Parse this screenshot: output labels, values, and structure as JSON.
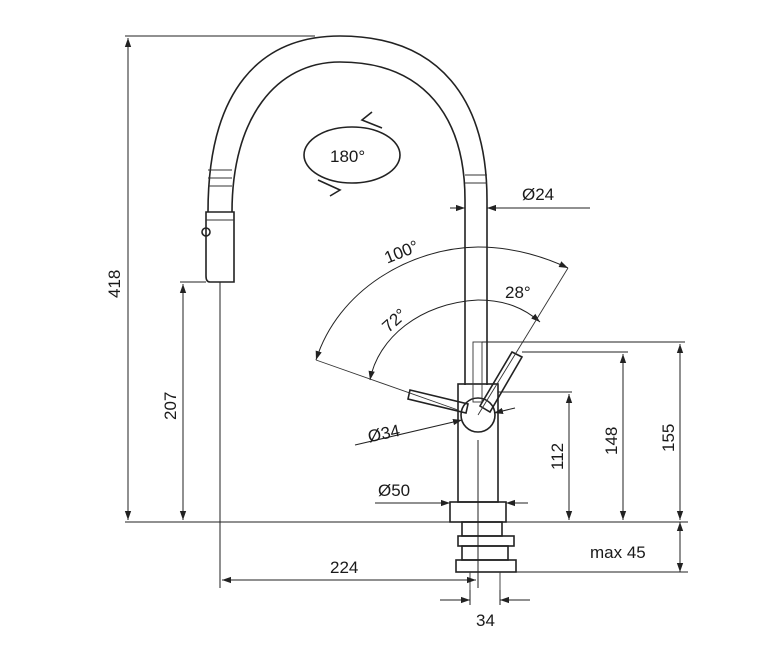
{
  "labels": {
    "rotation": "180°",
    "d_spout": "Ø24",
    "angle_total": "100°",
    "angle_right": "28°",
    "angle_left": "72°",
    "d_lever": "Ø34",
    "d_base": "Ø50",
    "h_total": "418",
    "h_spray": "207",
    "h_lever": "112",
    "h_148": "148",
    "h_155": "155",
    "reach": "224",
    "max_thickness": "max 45",
    "hole": "34"
  }
}
